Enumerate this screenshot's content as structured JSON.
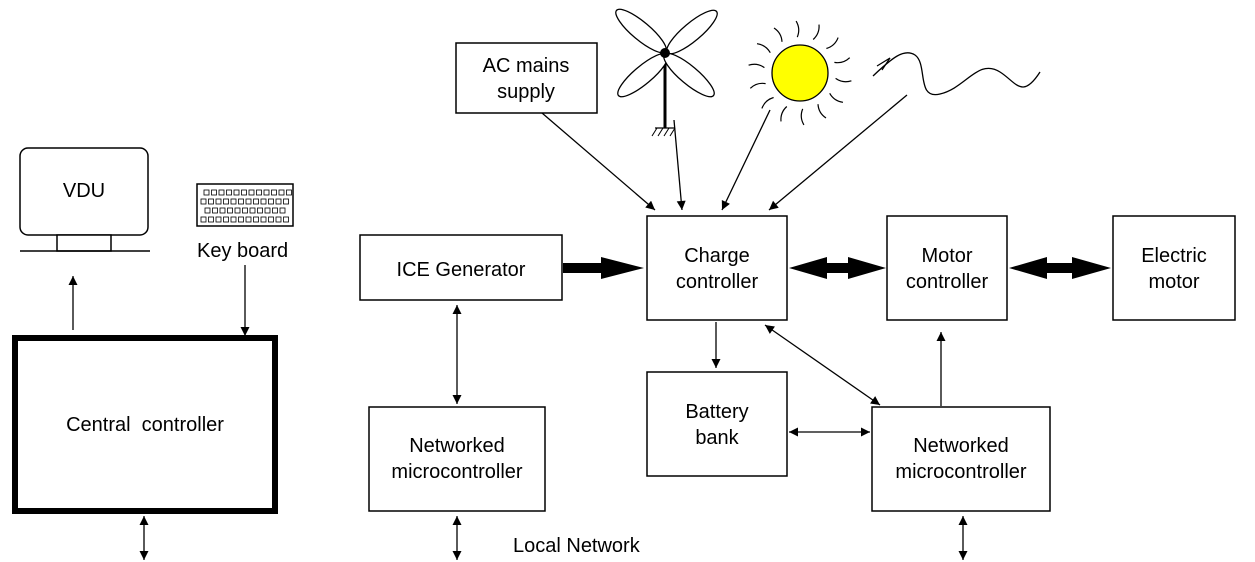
{
  "blocks": {
    "vdu": "VDU",
    "keyboard": "Key board",
    "central_controller": "Central  controller",
    "ac_mains": [
      "AC mains",
      "supply"
    ],
    "ice_generator": "ICE Generator",
    "charge_controller": [
      "Charge",
      "controller"
    ],
    "motor_controller": [
      "Motor",
      "controller"
    ],
    "electric_motor": [
      "Electric",
      "motor"
    ],
    "battery_bank": [
      "Battery",
      "bank"
    ],
    "networked_micro_left": [
      "Networked",
      "microcontroller"
    ],
    "networked_micro_right": [
      "Networked",
      "microcontroller"
    ]
  },
  "labels": {
    "local_network": "Local Network"
  },
  "icons": {
    "wind_turbine": "wind-turbine-icon",
    "sun": "sun-icon",
    "wave": "wave-icon",
    "keyboard": "keyboard-icon",
    "monitor": "monitor-icon"
  },
  "colors": {
    "sun_fill": "#ffff00",
    "line": "#000000",
    "background": "#ffffff"
  }
}
